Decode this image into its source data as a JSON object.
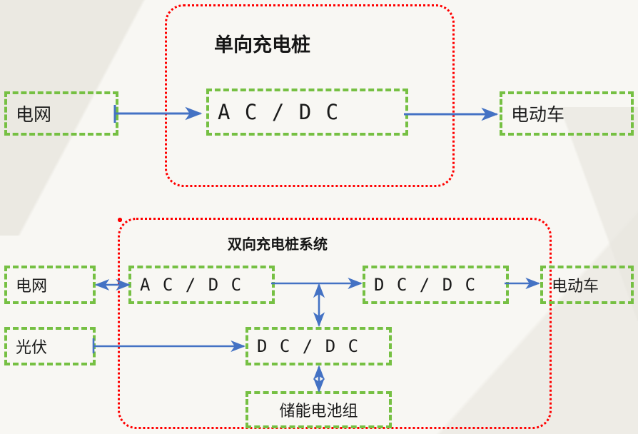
{
  "diagram": {
    "title_top": "单向充电桩",
    "title_bottom": "双向充电桩系统",
    "colors": {
      "green_box_border": "#76c043",
      "red_container_border": "#ff0000",
      "arrow_blue": "#4472c4",
      "background": "#f7f6f2",
      "text": "#1a1a1a"
    }
  },
  "top_section": {
    "title": "单向充电桩",
    "nodes": [
      {
        "id": "grid",
        "label": "电网",
        "type": "source",
        "inside_container": false
      },
      {
        "id": "acdc",
        "label": "A C / D C",
        "type": "converter",
        "inside_container": true
      },
      {
        "id": "ev",
        "label": "电动车",
        "type": "load",
        "inside_container": false
      }
    ],
    "edges": [
      {
        "from": "grid",
        "to": "acdc",
        "direction": "one-way"
      },
      {
        "from": "acdc",
        "to": "ev",
        "direction": "one-way"
      }
    ]
  },
  "bottom_section": {
    "title": "双向充电桩系统",
    "nodes": [
      {
        "id": "grid2",
        "label": "电网",
        "type": "source",
        "inside_container": false
      },
      {
        "id": "acdc2",
        "label": "A C / D C",
        "type": "converter",
        "inside_container": true
      },
      {
        "id": "dcdc_out",
        "label": "D C / D C",
        "type": "converter",
        "inside_container": true
      },
      {
        "id": "ev2",
        "label": "电动车",
        "type": "load",
        "inside_container": false
      },
      {
        "id": "pv",
        "label": "光伏",
        "type": "source",
        "inside_container": false
      },
      {
        "id": "dcdc_mid",
        "label": "D C / D C",
        "type": "converter",
        "inside_container": true
      },
      {
        "id": "battery",
        "label": "储能电池组",
        "type": "storage",
        "inside_container": true
      }
    ],
    "edges": [
      {
        "from": "grid2",
        "to": "acdc2",
        "direction": "two-way"
      },
      {
        "from": "acdc2",
        "to": "dcdc_out",
        "direction": "one-way"
      },
      {
        "from": "dcdc_out",
        "to": "ev2",
        "direction": "one-way"
      },
      {
        "from": "pv",
        "to": "dcdc_mid",
        "direction": "one-way"
      },
      {
        "from": "dcdc_mid",
        "to": "dcbus",
        "direction": "two-way"
      },
      {
        "from": "dcdc_mid",
        "to": "battery",
        "direction": "two-way"
      }
    ]
  }
}
